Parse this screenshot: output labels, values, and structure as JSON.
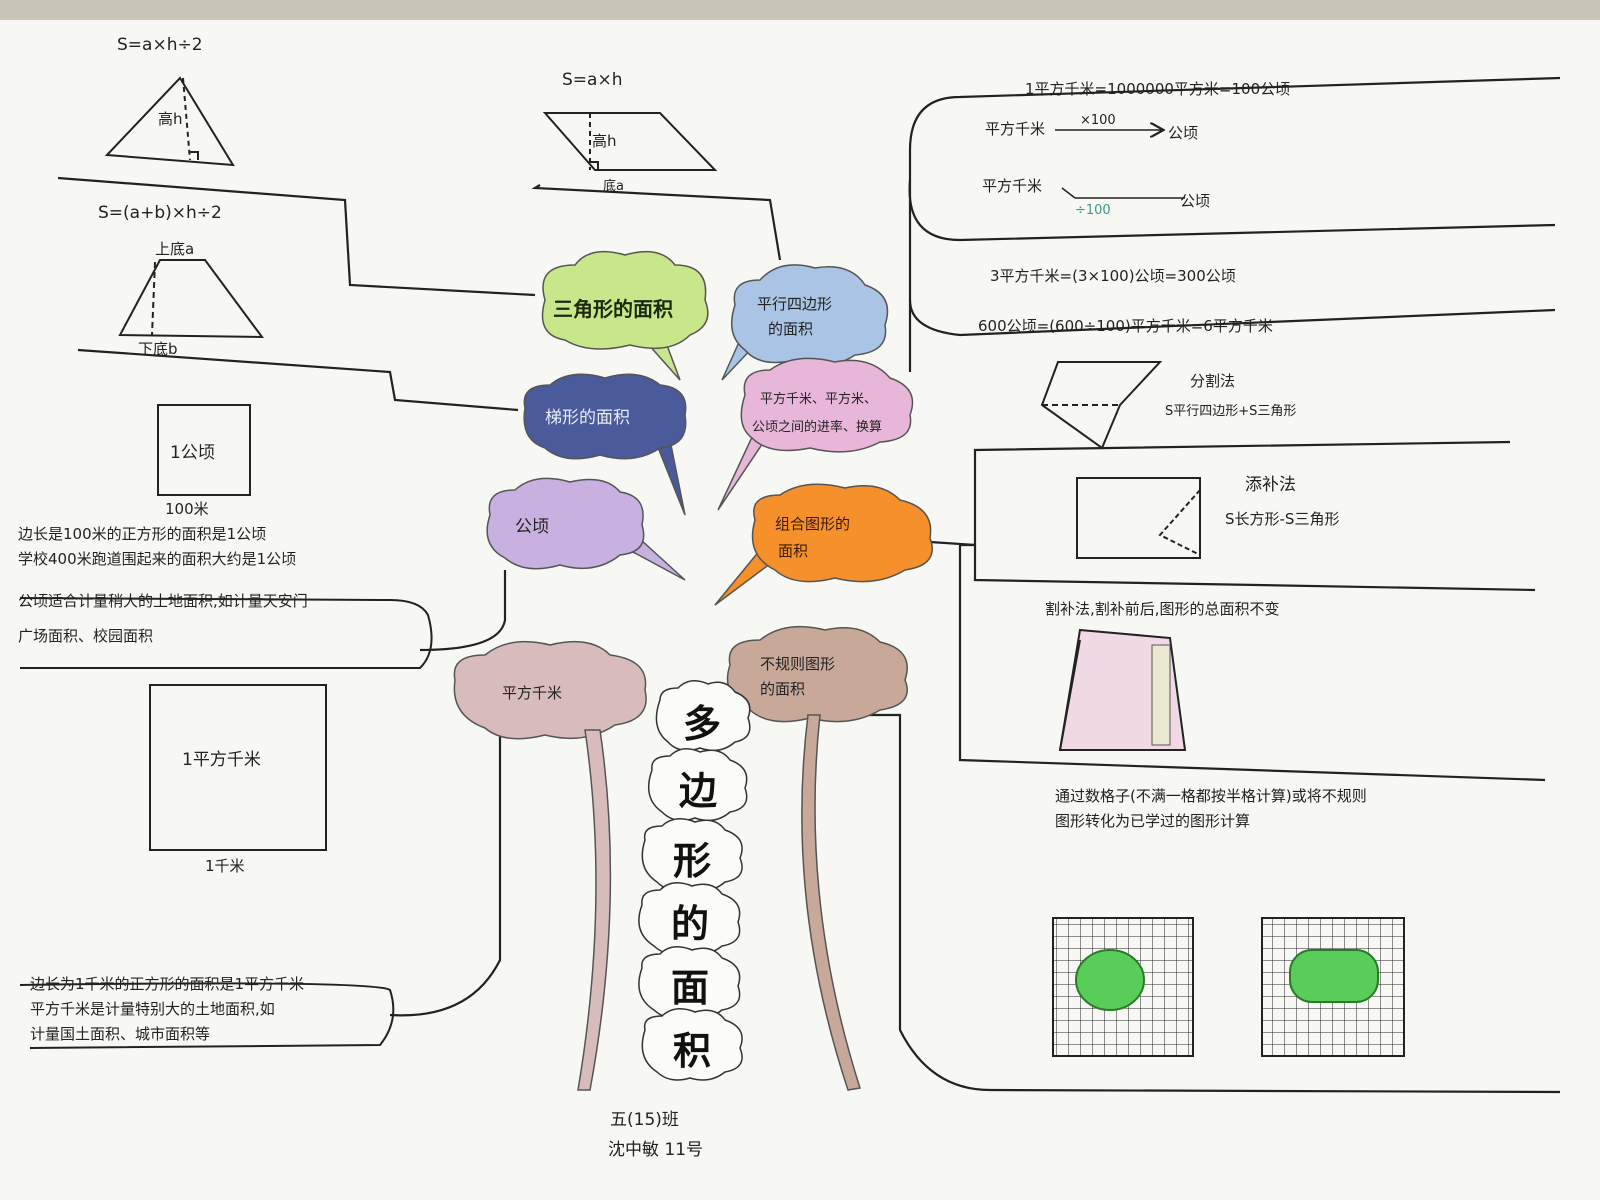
{
  "central_title": [
    "多",
    "边",
    "形",
    "的",
    "面",
    "积"
  ],
  "author": {
    "class": "五(15)班",
    "name": "沈中敏 11号"
  },
  "colors": {
    "triangle": "#c8e68a",
    "parallelogram": "#aac4e6",
    "trapezoid": "#4a5a9a",
    "conversion": "#e8b6d8",
    "hectare": "#c8b0e0",
    "composite": "#f5902a",
    "sqkm": "#d8bcbc",
    "irregular": "#c8a898",
    "grid_fill": "#5acc5a"
  },
  "branches": {
    "triangle": {
      "label": "三角形的面积",
      "formula": "S=a×h÷2",
      "height_label": "高h"
    },
    "parallelogram": {
      "label_line1": "平行四边形",
      "label_line2": "的面积",
      "formula": "S=a×h",
      "height_label": "高h",
      "base_label": "底a"
    },
    "trapezoid": {
      "label": "梯形的面积",
      "formula": "S=(a+b)×h÷2",
      "top_label": "上底a",
      "bottom_label": "下底b"
    },
    "conversion": {
      "label_line1": "平方千米、平方米、",
      "label_line2": "公顷之间的进率、换算",
      "rate": "1平方千米=1000000平方米=100公顷",
      "arrow1_from": "平方千米",
      "arrow1_op": "×100",
      "arrow1_to": "公顷",
      "arrow2_from": "平方千米",
      "arrow2_op": "÷100",
      "arrow2_to": "公顷",
      "example1": "3平方千米=(3×100)公顷=300公顷",
      "example2": "600公顷=(600÷100)平方千米=6平方千米"
    },
    "hectare": {
      "label": "公顷",
      "square_label": "1公顷",
      "side_label": "100米",
      "note_lines": [
        "边长是100米的正方形的面积是1公顷",
        "学校400米跑道围起来的面积大约是1公顷",
        "公顷适合计量稍大的土地面积,如计量天安门",
        "广场面积、校园面积"
      ]
    },
    "composite": {
      "label_line1": "组合图形的",
      "label_line2": "面积",
      "split_method": "分割法",
      "split_formula": "S平行四边形+S三角形",
      "fill_method": "添补法",
      "fill_formula": "S长方形-S三角形",
      "cut_fill_note": "割补法,割补前后,图形的总面积不变"
    },
    "sqkm": {
      "label": "平方千米",
      "square_label": "1平方千米",
      "side_label": "1千米",
      "note_lines": [
        "边长为1千米的正方形的面积是1平方千米",
        "平方千米是计量特别大的土地面积,如",
        "计量国土面积、城市面积等"
      ]
    },
    "irregular": {
      "label_line1": "不规则图形",
      "label_line2": "的面积",
      "note_lines": [
        "通过数格子(不满一格都按半格计算)或将不规则",
        "图形转化为已学过的图形计算"
      ]
    }
  }
}
